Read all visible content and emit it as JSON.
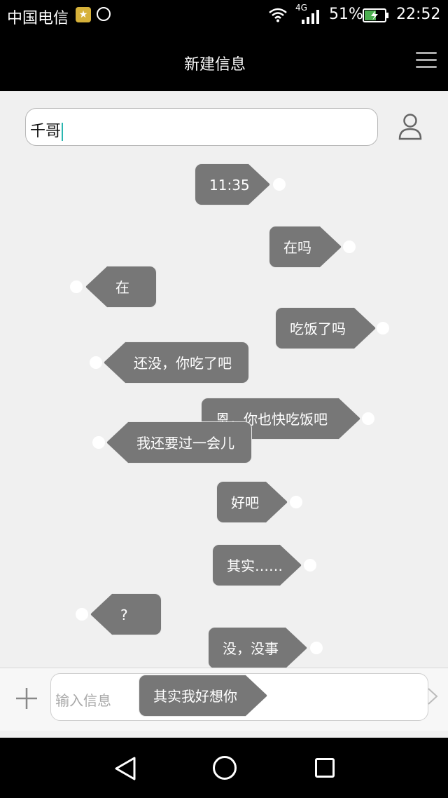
{
  "status_bar": {
    "carrier": "中国电信",
    "network": "4G",
    "battery": "51%",
    "time": "22:52"
  },
  "header": {
    "title": "新建信息"
  },
  "recipient": {
    "value": "千哥"
  },
  "messages": [
    {
      "text": "11:35",
      "direction": "out"
    },
    {
      "text": "在吗",
      "direction": "out"
    },
    {
      "text": "在",
      "direction": "in"
    },
    {
      "text": "吃饭了吗",
      "direction": "out"
    },
    {
      "text": "还没，你吃了吧",
      "direction": "in"
    },
    {
      "text": "恩，你也快吃饭吧",
      "direction": "out"
    },
    {
      "text": "我还要过一会儿",
      "direction": "in"
    },
    {
      "text": "好吧",
      "direction": "out"
    },
    {
      "text": "其实……",
      "direction": "out"
    },
    {
      "text": "?",
      "direction": "in"
    },
    {
      "text": "没，没事",
      "direction": "out"
    },
    {
      "text": "其实我好想你",
      "direction": "out"
    }
  ],
  "composer": {
    "placeholder": "输入信息"
  },
  "colors": {
    "bubble": "#777777",
    "bar": "#000000",
    "cursor": "#2bb6b0"
  }
}
